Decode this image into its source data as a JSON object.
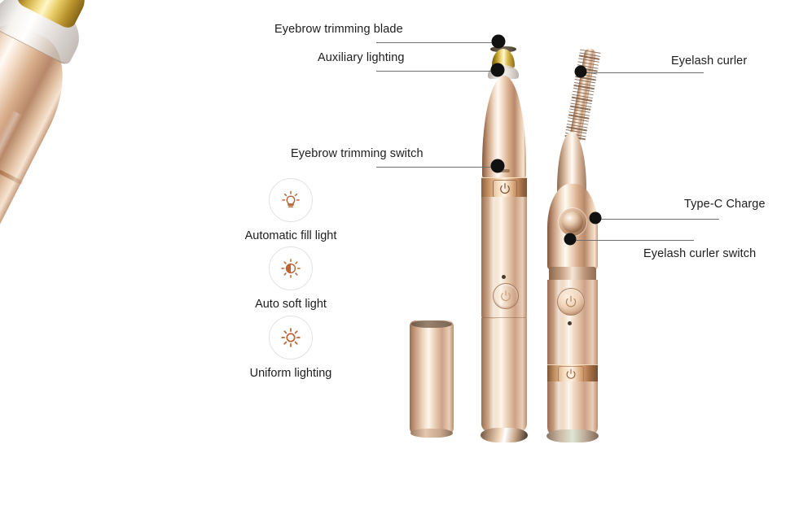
{
  "page": {
    "title": "Eyebrow trimmer and eyelash curler feature callouts",
    "background_color": "#ffffff",
    "label_color": "#1d1d1f",
    "leader_color": "#6f6f6f",
    "dot_color": "#111111",
    "icon_color": "#b5673a",
    "product_color": "#d9ab8a"
  },
  "callouts": [
    {
      "id": "eyebrow-trimming-blade",
      "label": "Eyebrow trimming blade"
    },
    {
      "id": "auxiliary-lighting",
      "label": "Auxiliary lighting"
    },
    {
      "id": "eyebrow-trimming-switch",
      "label": "Eyebrow trimming switch"
    },
    {
      "id": "eyelash-curler",
      "label": "Eyelash curler"
    },
    {
      "id": "type-c-charge",
      "label": "Type-C Charge"
    },
    {
      "id": "eyelash-curler-switch",
      "label": "Eyelash curler switch"
    }
  ],
  "features": [
    {
      "id": "automatic-fill-light",
      "label": "Automatic fill light",
      "icon": "bulb-rays-icon"
    },
    {
      "id": "auto-soft-light",
      "label": "Auto soft light",
      "icon": "half-sun-brightness-icon"
    },
    {
      "id": "uniform-lighting",
      "label": "Uniform lighting",
      "icon": "sun-rays-icon"
    }
  ],
  "products": [
    {
      "id": "closeup-trimmer",
      "name": "Eyebrow trimmer close-up"
    },
    {
      "id": "protective-cap",
      "name": "Protective cap"
    },
    {
      "id": "eyebrow-trimmer-pen",
      "name": "Eyebrow trimmer pen"
    },
    {
      "id": "eyelash-curler-device",
      "name": "Eyelash curler device"
    }
  ]
}
